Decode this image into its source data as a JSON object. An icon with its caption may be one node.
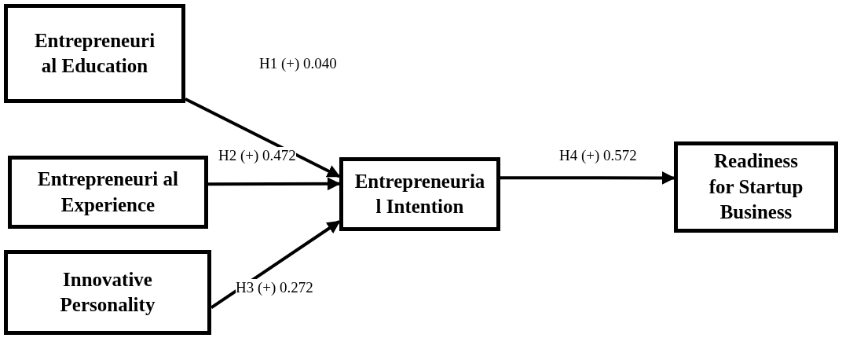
{
  "diagram": {
    "nodes": [
      {
        "text": [
          "Entrepreneuri al Education"
        ]
      },
      {
        "text": [
          "Entrepreneuri al Experience"
        ]
      },
      {
        "text": [
          "Innovative Personality"
        ]
      },
      {
        "text": [
          "Entrepreneuria l Intention"
        ]
      },
      {
        "text": [
          "Readiness for Startup Business"
        ]
      }
    ],
    "edges": [
      {
        "from": 0,
        "to": 3,
        "arrow": "to",
        "label": "H1 (+) 0.040"
      },
      {
        "from": 1,
        "to": 3,
        "arrow": "to",
        "label": "H2 (+) 0.472"
      },
      {
        "from": 2,
        "to": 3,
        "arrow": "to",
        "label": "H3 (+) 0.272"
      },
      {
        "from": 3,
        "to": 4,
        "arrow": "to",
        "label": "H4 (+) 0.572"
      }
    ]
  }
}
